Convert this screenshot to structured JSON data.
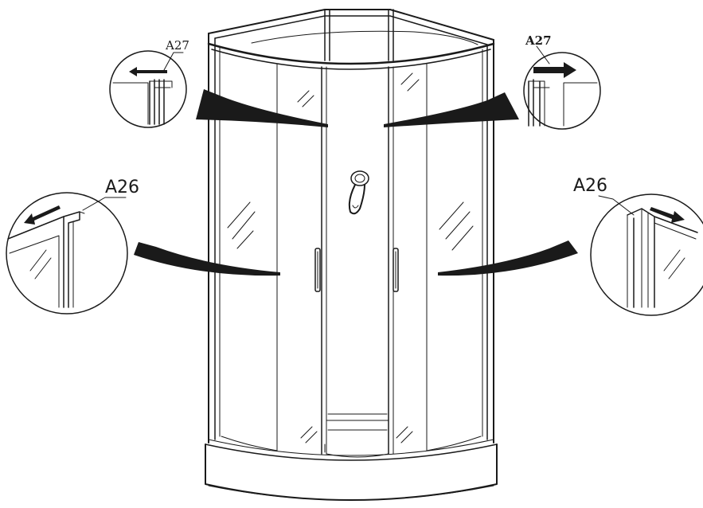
{
  "callouts": {
    "top_left": {
      "label": "A27"
    },
    "top_right": {
      "label": "A27"
    },
    "mid_left": {
      "label": "A26"
    },
    "mid_right": {
      "label": "A26"
    }
  },
  "colors": {
    "line": "#1a1a1a",
    "background": "#ffffff"
  }
}
